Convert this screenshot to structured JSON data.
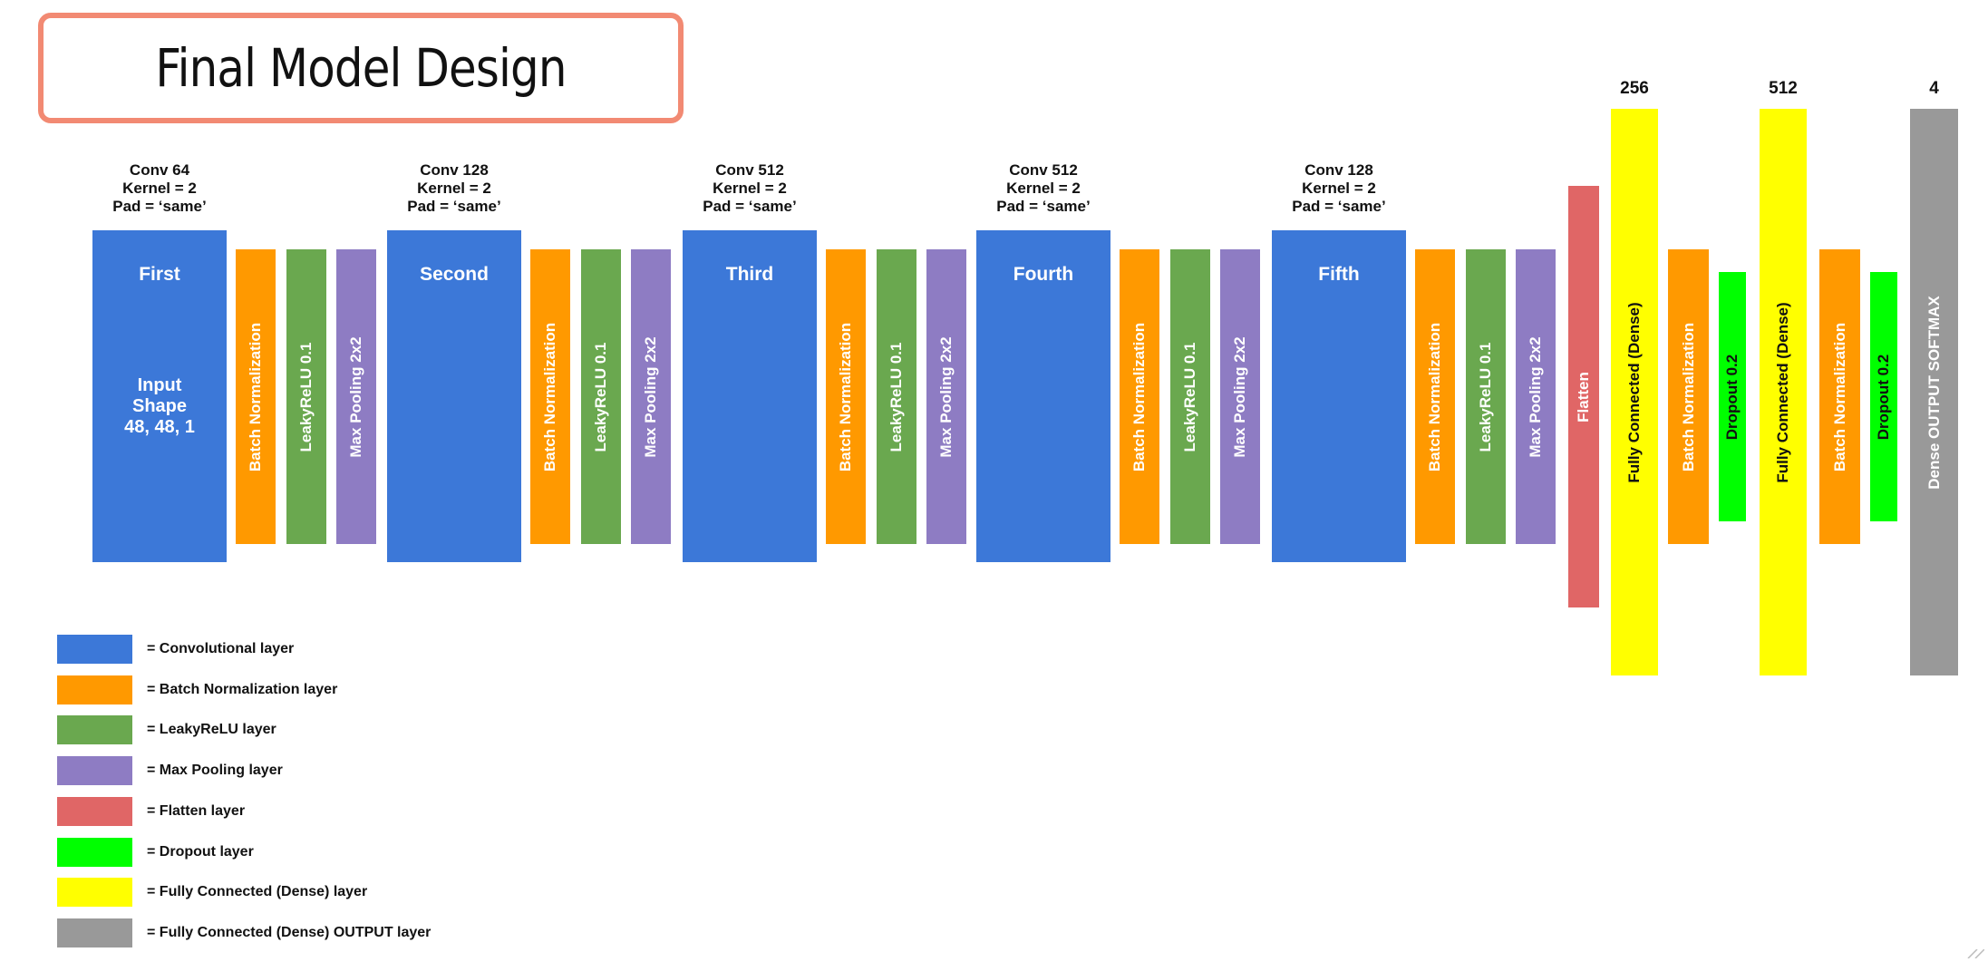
{
  "title": "Final Model Design",
  "colors": {
    "conv": "#3c78d8",
    "batchnorm": "#ff9900",
    "leaky": "#6aa84f",
    "maxpool": "#8e7cc3",
    "flatten": "#e06666",
    "dropout": "#00ff00",
    "dense": "#ffff00",
    "output": "#999999",
    "title_border": "#f28a73"
  },
  "conv_blocks": [
    {
      "name": "First",
      "caption": [
        "Conv 64",
        "Kernel = 2",
        "Pad = ‘same’"
      ],
      "extra": [
        "Input",
        "Shape",
        "48, 48, 1"
      ]
    },
    {
      "name": "Second",
      "caption": [
        "Conv 128",
        "Kernel = 2",
        "Pad = ‘same’"
      ],
      "extra": []
    },
    {
      "name": "Third",
      "caption": [
        "Conv 512",
        "Kernel = 2",
        "Pad = ‘same’"
      ],
      "extra": []
    },
    {
      "name": "Fourth",
      "caption": [
        "Conv 512",
        "Kernel = 2",
        "Pad = ‘same’"
      ],
      "extra": []
    },
    {
      "name": "Fifth",
      "caption": [
        "Conv 128",
        "Kernel = 2",
        "Pad = ‘same’"
      ],
      "extra": []
    }
  ],
  "sub_layers": {
    "batchnorm": "Batch Normalization",
    "leaky": "LeakyReLU 0.1",
    "maxpool": "Max Pooling 2x2"
  },
  "head_layers": {
    "flatten": "Flatten",
    "dense1_label": "Fully Connected (Dense)",
    "dense1_units": "256",
    "batchnorm": "Batch Normalization",
    "dropout": "Dropout 0.2",
    "dense2_label": "Fully Connected (Dense)",
    "dense2_units": "512",
    "output_label": "Dense OUTPUT SOFTMAX",
    "output_units": "4"
  },
  "legend": [
    {
      "color_key": "conv",
      "text": "=  Convolutional layer"
    },
    {
      "color_key": "batchnorm",
      "text": "=  Batch Normalization layer"
    },
    {
      "color_key": "leaky",
      "text": "=  LeakyReLU layer"
    },
    {
      "color_key": "maxpool",
      "text": "=  Max Pooling layer"
    },
    {
      "color_key": "flatten",
      "text": "=  Flatten layer"
    },
    {
      "color_key": "dropout",
      "text": "=  Dropout layer"
    },
    {
      "color_key": "dense",
      "text": "=  Fully Connected (Dense) layer"
    },
    {
      "color_key": "output",
      "text": "=  Fully Connected (Dense) OUTPUT  layer"
    }
  ]
}
